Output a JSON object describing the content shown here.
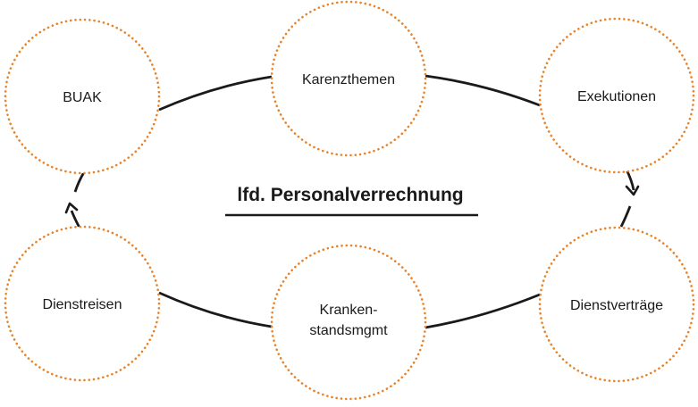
{
  "title": "lfd. Personalverrechnung",
  "nodes": [
    {
      "id": "buak",
      "lines": [
        "BUAK"
      ]
    },
    {
      "id": "karenzthemen",
      "lines": [
        "Karenzthemen"
      ]
    },
    {
      "id": "exekutionen",
      "lines": [
        "Exekutionen"
      ]
    },
    {
      "id": "dienstvertraege",
      "lines": [
        "Dienstverträge"
      ]
    },
    {
      "id": "krankenstandsmgmt",
      "lines": [
        "Kranken-",
        "standsmgmt"
      ]
    },
    {
      "id": "dienstreisen",
      "lines": [
        "Dienstreisen"
      ]
    }
  ],
  "colors": {
    "circle_dots": "#e8832a",
    "lines": "#1a1a1a",
    "background": "#ffffff"
  },
  "flow": "clockwise"
}
